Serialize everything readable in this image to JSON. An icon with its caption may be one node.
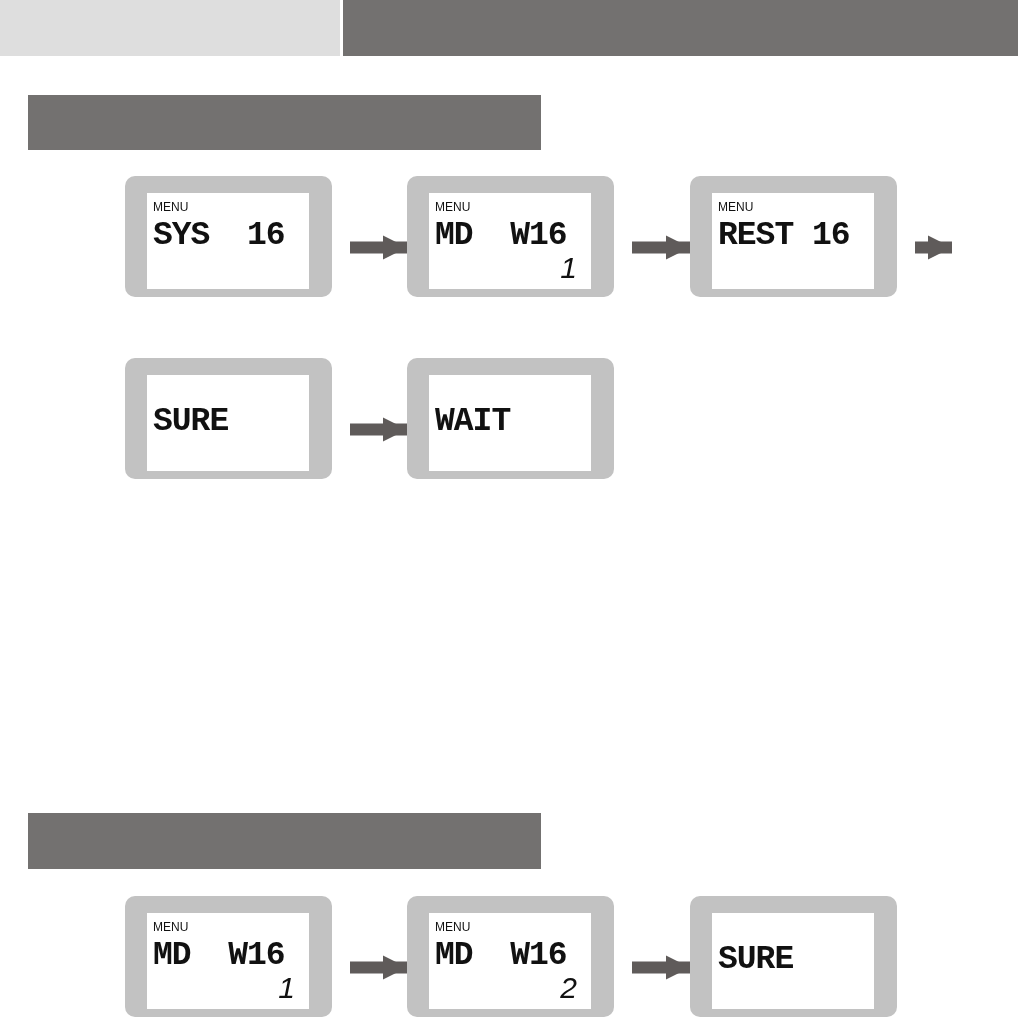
{
  "diagram": {
    "nodes": [
      {
        "text": [],
        "shape": "bar"
      },
      {
        "text": [],
        "shape": "bar"
      },
      {
        "text": [],
        "shape": "bar"
      },
      {
        "text": [
          "MENU",
          "SYS  16"
        ]
      },
      {
        "text": [
          "MENU",
          "MD  W16",
          "1"
        ]
      },
      {
        "text": [
          "MENU",
          "REST 16"
        ]
      },
      {
        "text": [
          "SURE"
        ]
      },
      {
        "text": [
          "WAIT"
        ]
      },
      {
        "text": [],
        "shape": "bar"
      },
      {
        "text": [
          "MENU",
          "MD  W16",
          "1"
        ]
      },
      {
        "text": [
          "MENU",
          "MD  W16",
          "2"
        ]
      },
      {
        "text": [
          "SURE"
        ]
      }
    ],
    "edges": [
      {
        "from": 3,
        "to": 4,
        "arrow": "to"
      },
      {
        "from": 4,
        "to": 5,
        "arrow": "to"
      },
      {
        "from": 5,
        "to": null,
        "arrow": "to"
      },
      {
        "from": 6,
        "to": 7,
        "arrow": "to"
      },
      {
        "from": 9,
        "to": 10,
        "arrow": "to"
      },
      {
        "from": 10,
        "to": 11,
        "arrow": "to"
      }
    ]
  }
}
